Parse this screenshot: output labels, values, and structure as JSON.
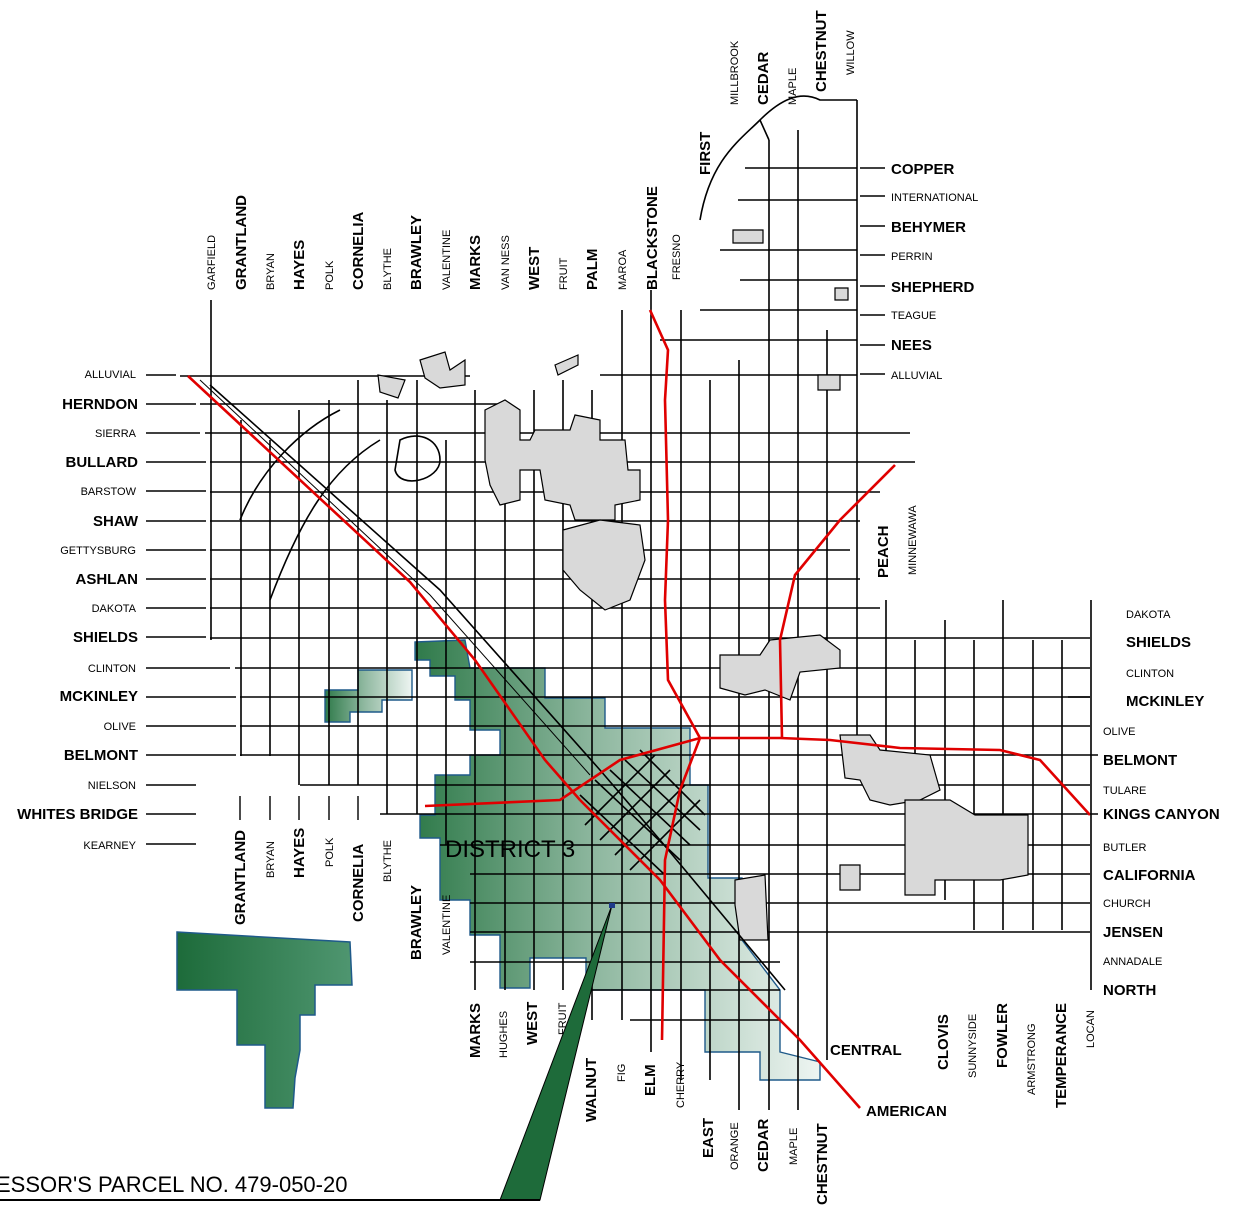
{
  "district_label": "DISTRICT 3",
  "parcel_label": "ESSOR'S PARCEL NO. 479-050-20",
  "colors": {
    "district_dark": "#2f7a4a",
    "district_light": "#eef5f2",
    "highway": "#e00000",
    "county_island": "#d9d9d9",
    "district_border": "#1f5a8a",
    "parcel_fill": "#236b3c"
  },
  "streets_top": [
    {
      "name": "GARFIELD",
      "major": false
    },
    {
      "name": "GRANTLAND",
      "major": true
    },
    {
      "name": "BRYAN",
      "major": false
    },
    {
      "name": "HAYES",
      "major": true
    },
    {
      "name": "POLK",
      "major": false
    },
    {
      "name": "CORNELIA",
      "major": true
    },
    {
      "name": "BLYTHE",
      "major": false
    },
    {
      "name": "BRAWLEY",
      "major": true
    },
    {
      "name": "VALENTINE",
      "major": false
    },
    {
      "name": "MARKS",
      "major": true
    },
    {
      "name": "VAN NESS",
      "major": false
    },
    {
      "name": "WEST",
      "major": true
    },
    {
      "name": "FRUIT",
      "major": false
    },
    {
      "name": "PALM",
      "major": true
    },
    {
      "name": "MAROA",
      "major": false
    },
    {
      "name": "BLACKSTONE",
      "major": true
    },
    {
      "name": "FRESNO",
      "major": false
    },
    {
      "name": "FIRST",
      "major": true
    },
    {
      "name": "MILLBROOK",
      "major": false
    },
    {
      "name": "CEDAR",
      "major": true
    },
    {
      "name": "MAPLE",
      "major": false
    },
    {
      "name": "CHESTNUT",
      "major": true
    },
    {
      "name": "WILLOW",
      "major": false
    }
  ],
  "streets_left": [
    {
      "name": "ALLUVIAL",
      "major": false
    },
    {
      "name": "HERNDON",
      "major": true
    },
    {
      "name": "SIERRA",
      "major": false
    },
    {
      "name": "BULLARD",
      "major": true
    },
    {
      "name": "BARSTOW",
      "major": false
    },
    {
      "name": "SHAW",
      "major": true
    },
    {
      "name": "GETTYSBURG",
      "major": false
    },
    {
      "name": "ASHLAN",
      "major": true
    },
    {
      "name": "DAKOTA",
      "major": false
    },
    {
      "name": "SHIELDS",
      "major": true
    },
    {
      "name": "CLINTON",
      "major": false
    },
    {
      "name": "MCKINLEY",
      "major": true
    },
    {
      "name": "OLIVE",
      "major": false
    },
    {
      "name": "BELMONT",
      "major": true
    },
    {
      "name": "NIELSON",
      "major": false
    },
    {
      "name": "WHITES BRIDGE",
      "major": true
    },
    {
      "name": "KEARNEY",
      "major": false
    }
  ],
  "streets_right_upper": [
    {
      "name": "COPPER",
      "major": true
    },
    {
      "name": "INTERNATIONAL",
      "major": false
    },
    {
      "name": "BEHYMER",
      "major": true
    },
    {
      "name": "PERRIN",
      "major": false
    },
    {
      "name": "SHEPHERD",
      "major": true
    },
    {
      "name": "TEAGUE",
      "major": false
    },
    {
      "name": "NEES",
      "major": true
    },
    {
      "name": "ALLUVIAL",
      "major": false
    }
  ],
  "streets_right_lower": [
    {
      "name": "DAKOTA",
      "major": false
    },
    {
      "name": "SHIELDS",
      "major": true
    },
    {
      "name": "CLINTON",
      "major": false
    },
    {
      "name": "MCKINLEY",
      "major": true
    },
    {
      "name": "OLIVE",
      "major": false
    },
    {
      "name": "BELMONT",
      "major": true
    },
    {
      "name": "TULARE",
      "major": false
    },
    {
      "name": "KINGS CANYON",
      "major": true
    },
    {
      "name": "BUTLER",
      "major": false
    },
    {
      "name": "CALIFORNIA",
      "major": true
    },
    {
      "name": "CHURCH",
      "major": false
    },
    {
      "name": "JENSEN",
      "major": true
    },
    {
      "name": "ANNADALE",
      "major": false
    },
    {
      "name": "NORTH",
      "major": true
    }
  ],
  "streets_mid_bottom": [
    {
      "name": "GRANTLAND",
      "major": true
    },
    {
      "name": "BRYAN",
      "major": false
    },
    {
      "name": "HAYES",
      "major": true
    },
    {
      "name": "POLK",
      "major": false
    },
    {
      "name": "CORNELIA",
      "major": true
    },
    {
      "name": "BLYTHE",
      "major": false
    },
    {
      "name": "BRAWLEY",
      "major": true
    },
    {
      "name": "VALENTINE",
      "major": false
    }
  ],
  "streets_bottom_center": [
    {
      "name": "MARKS",
      "major": true
    },
    {
      "name": "HUGHES",
      "major": false
    },
    {
      "name": "WEST",
      "major": true
    },
    {
      "name": "FRUIT",
      "major": false
    },
    {
      "name": "WALNUT",
      "major": true
    },
    {
      "name": "FIG",
      "major": false
    },
    {
      "name": "ELM",
      "major": true
    },
    {
      "name": "CHERRY",
      "major": false
    },
    {
      "name": "EAST",
      "major": true
    },
    {
      "name": "ORANGE",
      "major": false
    },
    {
      "name": "CEDAR",
      "major": true
    },
    {
      "name": "MAPLE",
      "major": false
    },
    {
      "name": "CHESTNUT",
      "major": true
    }
  ],
  "streets_bottom_right": [
    {
      "name": "CLOVIS",
      "major": true
    },
    {
      "name": "SUNNYSIDE",
      "major": false
    },
    {
      "name": "FOWLER",
      "major": true
    },
    {
      "name": "ARMSTRONG",
      "major": false
    },
    {
      "name": "TEMPERANCE",
      "major": true
    },
    {
      "name": "LOCAN",
      "major": false
    }
  ],
  "streets_misc": [
    {
      "name": "PEACH",
      "major": true
    },
    {
      "name": "MINNEWAWA",
      "major": false
    },
    {
      "name": "CENTRAL",
      "major": true
    },
    {
      "name": "AMERICAN",
      "major": true
    }
  ]
}
